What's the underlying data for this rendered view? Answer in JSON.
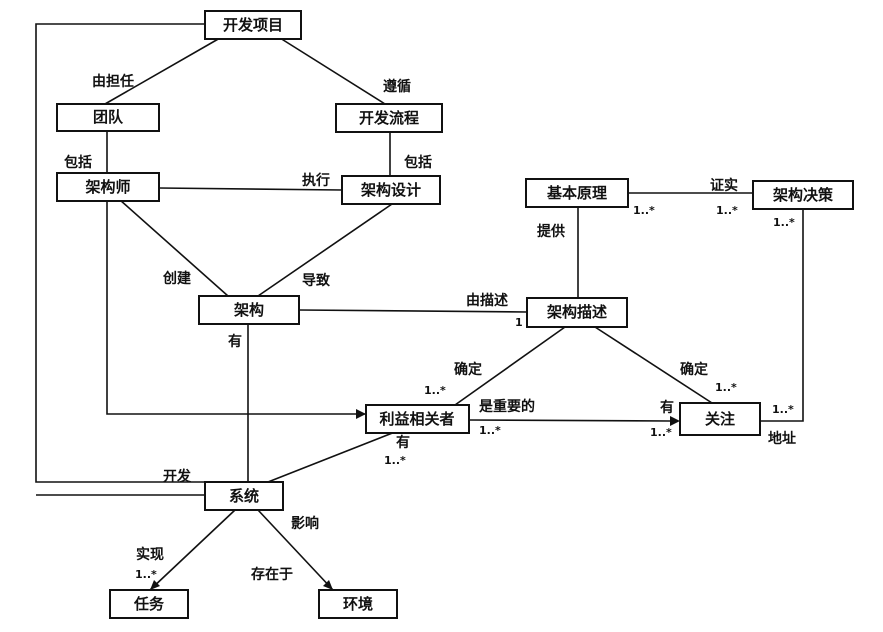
{
  "nodes": {
    "dev_project": "开发项目",
    "team": "团队",
    "dev_process": "开发流程",
    "architect": "架构师",
    "arch_design": "架构设计",
    "basic_principle": "基本原理",
    "arch_decision": "架构决策",
    "architecture": "架构",
    "arch_description": "架构描述",
    "stakeholder": "利益相关者",
    "concern": "关注",
    "system": "系统",
    "task": "任务",
    "environment": "环境"
  },
  "labels": {
    "by_responsible": "由担任",
    "follows": "遵循",
    "includes_1": "包括",
    "includes_2": "包括",
    "executes": "执行",
    "proves": "证实",
    "provides": "提供",
    "creates": "创建",
    "leads_to": "导致",
    "by_describe": "由描述",
    "has_1": "有",
    "determines_1": "确定",
    "determines_2": "确定",
    "is_important": "是重要的",
    "has_2": "有",
    "has_3": "有",
    "address": "地址",
    "develops": "开发",
    "affects": "影响",
    "implements": "实现",
    "exists_in": "存在于"
  },
  "multiplicities": {
    "principle_to_decision_a": "1..*",
    "principle_to_decision_b": "1..*",
    "decision_bottom": "1..*",
    "description_one": "1",
    "stakeholder_left": "1..*",
    "stakeholder_right": "1..*",
    "stakeholder_bottom": "1..*",
    "concern_top": "1..*",
    "concern_left": "1..*",
    "concern_right": "1..*",
    "task_top": "1..*"
  }
}
